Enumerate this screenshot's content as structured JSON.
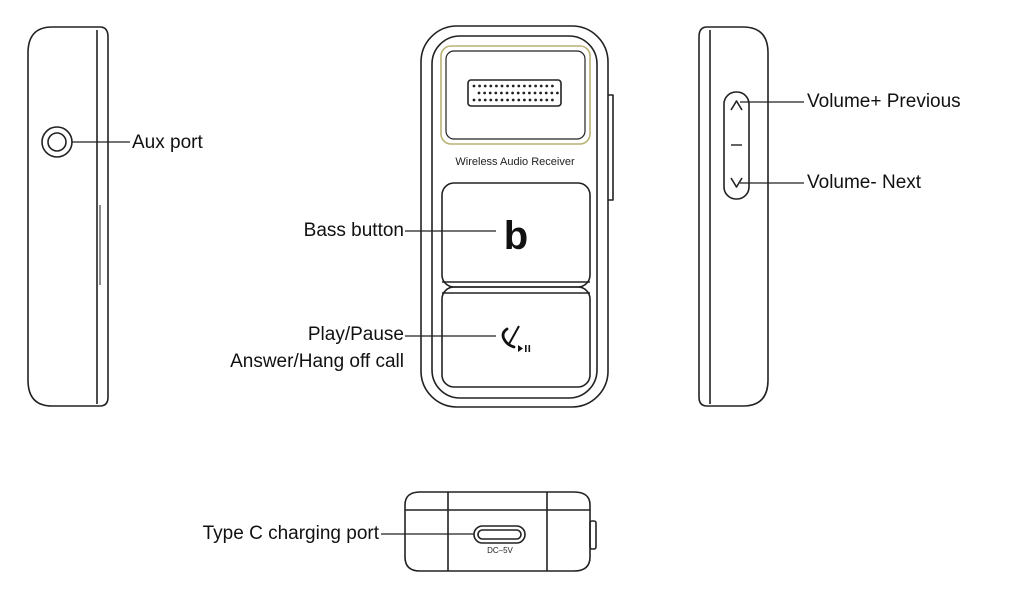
{
  "labels": {
    "aux_port": "Aux port",
    "bass_button": "Bass button",
    "play_pause": "Play/Pause",
    "answer_call": "Answer/Hang off call",
    "volume_up": "Volume+ Previous",
    "volume_down": "Volume- Next",
    "type_c": "Type C charging port"
  },
  "device": {
    "model_text": "Wireless Audio Receiver",
    "bass_glyph": "b",
    "dc_marking": "DC–5V"
  },
  "icons": {
    "bass": "b-letter-icon",
    "call_play": "phone-play-pause-icon",
    "vol_up": "chevron-up-icon",
    "vol_down": "chevron-down-icon"
  },
  "colors": {
    "line": "#222222",
    "accent_outline": "#c9c27a",
    "background": "#ffffff"
  }
}
